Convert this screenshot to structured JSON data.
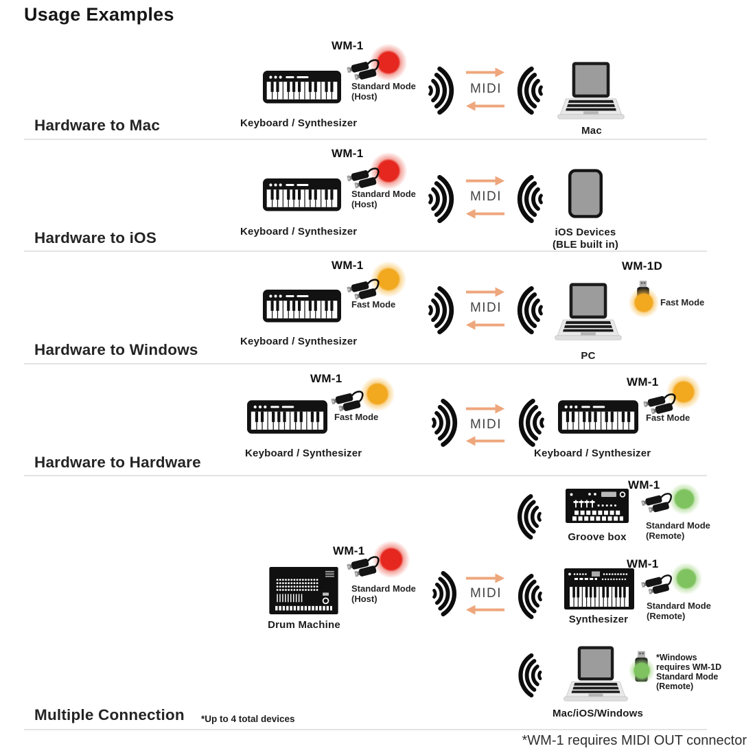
{
  "title": "Usage Examples",
  "footnote": "*WM-1 requires MIDI OUT connector",
  "midi_label": "MIDI",
  "colors": {
    "arrow": "#eea67c",
    "led_red": "#e5271f",
    "led_yellow": "#f2a81f",
    "led_green": "#7fc360"
  },
  "sections": {
    "mac": {
      "label": "Hardware to Mac"
    },
    "ios": {
      "label": "Hardware to iOS"
    },
    "windows": {
      "label": "Hardware to Windows"
    },
    "hardware": {
      "label": "Hardware to Hardware"
    },
    "multiple": {
      "label": "Multiple Connection",
      "note": "*Up to 4 total devices"
    }
  },
  "rows": {
    "mac": {
      "wm1": "WM-1",
      "mode1": "Standard Mode",
      "mode2": "(Host)",
      "source": "Keyboard / Synthesizer",
      "target": "Mac"
    },
    "ios": {
      "wm1": "WM-1",
      "mode1": "Standard Mode",
      "mode2": "(Host)",
      "source": "Keyboard / Synthesizer",
      "target1": "iOS Devices",
      "target2": "(BLE built in)"
    },
    "windows": {
      "wm1": "WM-1",
      "mode": "Fast Mode",
      "source": "Keyboard / Synthesizer",
      "target": "PC",
      "wm1d": "WM-1D",
      "dongle_mode": "Fast Mode"
    },
    "hardware": {
      "left_wm1": "WM-1",
      "left_mode": "Fast Mode",
      "left_caption": "Keyboard / Synthesizer",
      "right_wm1": "WM-1",
      "right_mode": "Fast Mode",
      "right_caption": "Keyboard / Synthesizer"
    },
    "multiple": {
      "drum": {
        "wm1": "WM-1",
        "mode1": "Standard Mode",
        "mode2": "(Host)",
        "caption": "Drum Machine"
      },
      "groove": {
        "wm1": "WM-1",
        "mode1": "Standard Mode",
        "mode2": "(Remote)",
        "caption": "Groove box"
      },
      "synth": {
        "wm1": "WM-1",
        "mode1": "Standard Mode",
        "mode2": "(Remote)",
        "caption": "Synthesizer"
      },
      "laptop": {
        "caption": "Mac/iOS/Windows",
        "note1": "*Windows",
        "note2": "requires WM-1D",
        "note3": "Standard Mode",
        "note4": "(Remote)"
      }
    }
  }
}
